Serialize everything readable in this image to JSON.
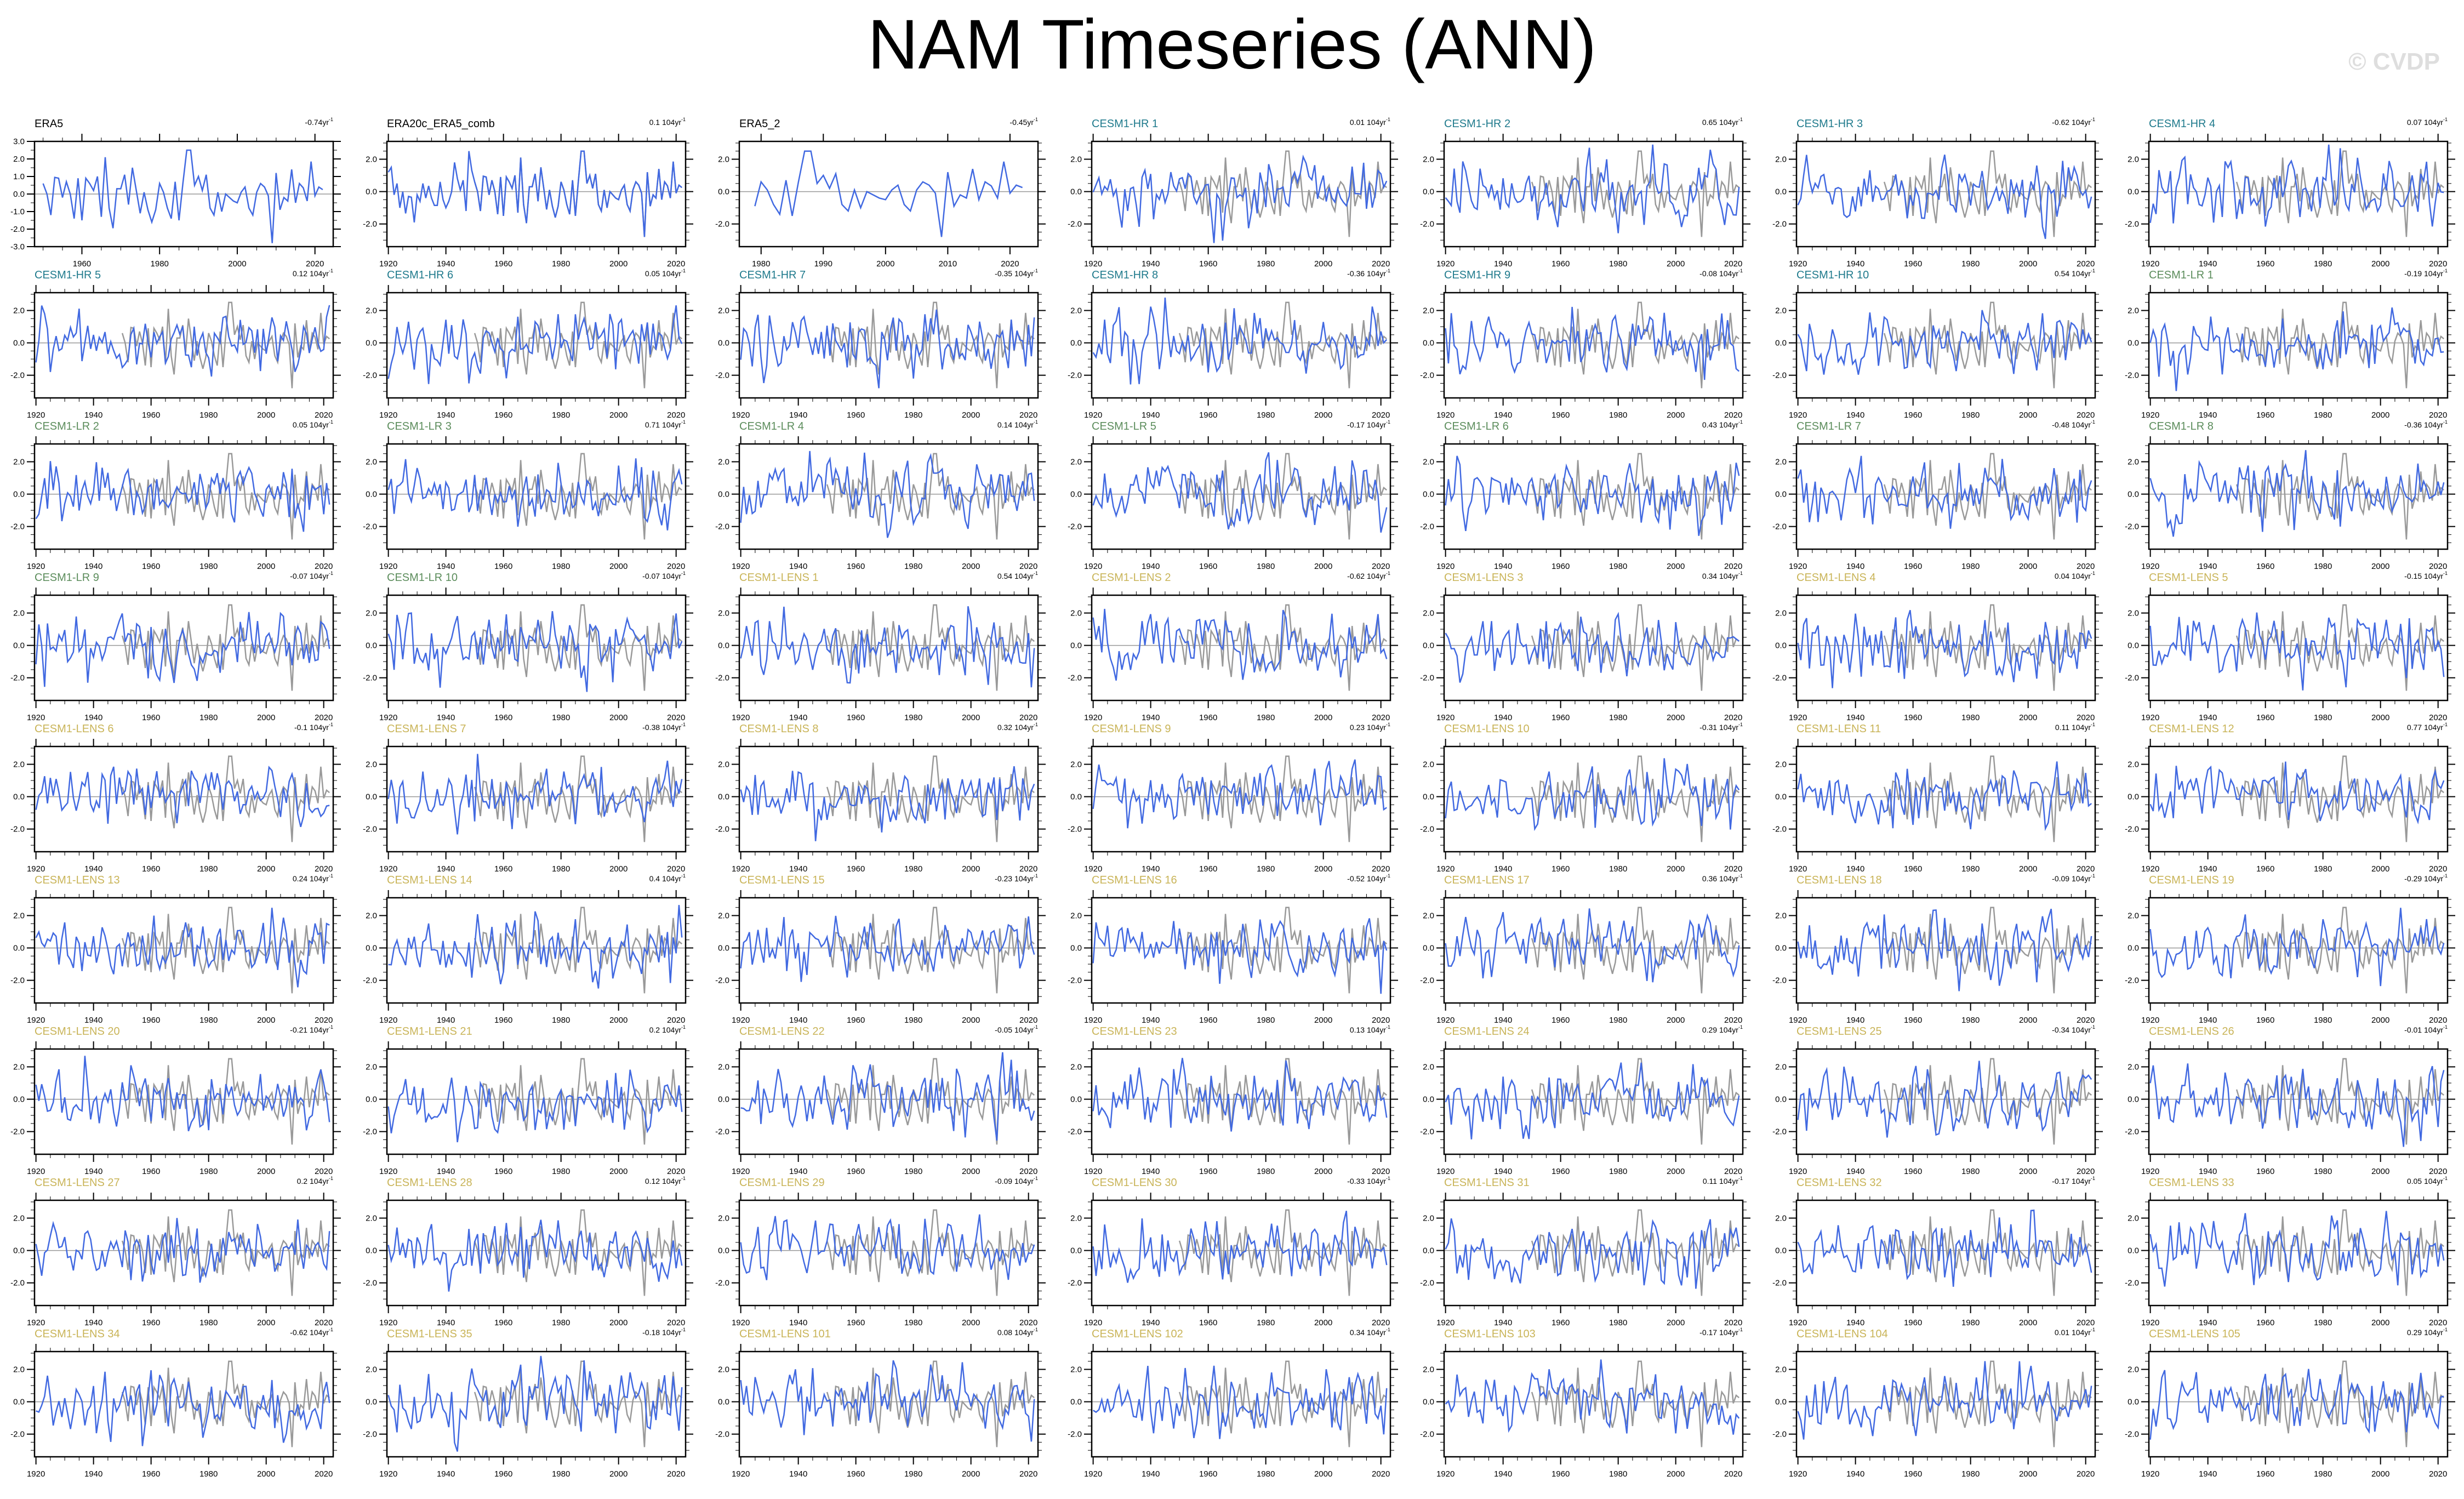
{
  "title": "NAM Timeseries (ANN)",
  "watermark": "© CVDP",
  "colors": {
    "obs": "#000000",
    "HR": "#1f7a8c",
    "LR": "#5b8c5b",
    "LENS": "#c9b458",
    "member_line": "#4169e1",
    "obs_line": "#999999",
    "zero_line": "#999999"
  },
  "chart_data": {
    "type": "line",
    "grid": false,
    "trend_superscript": "-1",
    "ylim_default": [
      -3.4,
      3.1
    ],
    "yticks_default": [
      "-2.0",
      "0.0",
      "2.0"
    ],
    "obs_series": {
      "name": "ERA20c_ERA5_comb",
      "start_year": 1920,
      "values": [
        1.2,
        1.5,
        -0.2,
        0.5,
        -1.0,
        0.0,
        -1.35,
        -0.3,
        -0.35,
        -1.9,
        -0.2,
        -0.6,
        0.5,
        -0.4,
        0.35,
        -0.4,
        -0.85,
        -0.85,
        0.6,
        -0.5,
        -1.0,
        -0.6,
        0.0,
        1.8,
        0.8,
        0.1,
        0.7,
        -1.2,
        2.5,
        1.3,
        0.6,
        0.0,
        -1.2,
        0.95,
        0.9,
        -0.2,
        0.7,
        0.0,
        -1.4,
        0.9,
        -1.5,
        0.9,
        0.6,
        0.2,
        1.0,
        -1.3,
        2.1,
        -0.8,
        -1.95,
        0.3,
        0.3,
        1.1,
        -0.6,
        1.5,
        0.2,
        -1.1,
        0.1,
        -0.9,
        -1.6,
        -0.9,
        0.6,
        0.1,
        -0.8,
        -1.4,
        0.7,
        -1.5,
        0.6,
        2.5,
        2.5,
        0.5,
        1.0,
        0.2,
        1.1,
        -0.8,
        -1.2,
        0.1,
        -1.0,
        0.0,
        -0.2,
        -0.4,
        -0.5,
        0.1,
        0.4,
        -0.8,
        -1.2,
        0.1,
        0.6,
        0.4,
        -0.1,
        -2.8,
        1.2,
        -0.9,
        -0.2,
        -0.4,
        1.4,
        -0.5,
        0.6,
        0.35,
        -0.4,
        1.85,
        -0.1,
        0.4,
        0.25
      ]
    },
    "panels": [
      {
        "title": "ERA5",
        "group": "obs",
        "trend": "-0.74yr",
        "xlim": [
          1947.8,
          2024.7
        ],
        "xticks": [
          "1960",
          "1980",
          "2000",
          "2020"
        ],
        "ylim": [
          -3,
          3
        ],
        "yticks": [
          "-3.0",
          "-2.0",
          "-1.0",
          "0.0",
          "1.0",
          "2.0",
          "3.0"
        ],
        "series_start": 1950,
        "series_end": 2022,
        "overlay": false
      },
      {
        "title": "ERA20c_ERA5_comb",
        "group": "obs",
        "trend": "0.1 104yr",
        "xlim": [
          1919.5,
          2023.3
        ],
        "xticks": [
          "1920",
          "1940",
          "1960",
          "1980",
          "2000",
          "2020"
        ],
        "series_start": 1920,
        "series_end": 2022,
        "overlay": true
      },
      {
        "title": "ERA5_2",
        "group": "obs",
        "trend": "-0.45yr",
        "xlim": [
          1976.5,
          2024.5
        ],
        "xticks": [
          "1980",
          "1990",
          "2000",
          "2010",
          "2020"
        ],
        "series_start": 1979,
        "series_end": 2022,
        "overlay": false
      },
      {
        "title": "CESM1-HR 1",
        "group": "HR",
        "trend": "0.01 104yr"
      },
      {
        "title": "CESM1-HR 2",
        "group": "HR",
        "trend": "0.65 104yr"
      },
      {
        "title": "CESM1-HR 3",
        "group": "HR",
        "trend": "-0.62 104yr"
      },
      {
        "title": "CESM1-HR 4",
        "group": "HR",
        "trend": "0.07 104yr"
      },
      {
        "title": "CESM1-HR 5",
        "group": "HR",
        "trend": "0.12 104yr"
      },
      {
        "title": "CESM1-HR 6",
        "group": "HR",
        "trend": "0.05 104yr"
      },
      {
        "title": "CESM1-HR 7",
        "group": "HR",
        "trend": "-0.35 104yr"
      },
      {
        "title": "CESM1-HR 8",
        "group": "HR",
        "trend": "-0.36 104yr"
      },
      {
        "title": "CESM1-HR 9",
        "group": "HR",
        "trend": "-0.08 104yr"
      },
      {
        "title": "CESM1-HR 10",
        "group": "HR",
        "trend": "0.54 104yr"
      },
      {
        "title": "CESM1-LR 1",
        "group": "LR",
        "trend": "-0.19 104yr"
      },
      {
        "title": "CESM1-LR 2",
        "group": "LR",
        "trend": "0.05 104yr"
      },
      {
        "title": "CESM1-LR 3",
        "group": "LR",
        "trend": "0.71 104yr"
      },
      {
        "title": "CESM1-LR 4",
        "group": "LR",
        "trend": "0.14 104yr"
      },
      {
        "title": "CESM1-LR 5",
        "group": "LR",
        "trend": "-0.17 104yr"
      },
      {
        "title": "CESM1-LR 6",
        "group": "LR",
        "trend": "0.43 104yr"
      },
      {
        "title": "CESM1-LR 7",
        "group": "LR",
        "trend": "-0.48 104yr"
      },
      {
        "title": "CESM1-LR 8",
        "group": "LR",
        "trend": "-0.36 104yr"
      },
      {
        "title": "CESM1-LR 9",
        "group": "LR",
        "trend": "-0.07 104yr"
      },
      {
        "title": "CESM1-LR 10",
        "group": "LR",
        "trend": "-0.07 104yr"
      },
      {
        "title": "CESM1-LENS 1",
        "group": "LENS",
        "trend": "0.54 104yr"
      },
      {
        "title": "CESM1-LENS 2",
        "group": "LENS",
        "trend": "-0.62 104yr"
      },
      {
        "title": "CESM1-LENS 3",
        "group": "LENS",
        "trend": "0.34 104yr"
      },
      {
        "title": "CESM1-LENS 4",
        "group": "LENS",
        "trend": "0.04 104yr"
      },
      {
        "title": "CESM1-LENS 5",
        "group": "LENS",
        "trend": "-0.15 104yr"
      },
      {
        "title": "CESM1-LENS 6",
        "group": "LENS",
        "trend": "-0.1 104yr"
      },
      {
        "title": "CESM1-LENS 7",
        "group": "LENS",
        "trend": "-0.38 104yr"
      },
      {
        "title": "CESM1-LENS 8",
        "group": "LENS",
        "trend": "0.32 104yr"
      },
      {
        "title": "CESM1-LENS 9",
        "group": "LENS",
        "trend": "0.23 104yr"
      },
      {
        "title": "CESM1-LENS 10",
        "group": "LENS",
        "trend": "-0.31 104yr"
      },
      {
        "title": "CESM1-LENS 11",
        "group": "LENS",
        "trend": "0.11 104yr"
      },
      {
        "title": "CESM1-LENS 12",
        "group": "LENS",
        "trend": "0.77 104yr"
      },
      {
        "title": "CESM1-LENS 13",
        "group": "LENS",
        "trend": "0.24 104yr"
      },
      {
        "title": "CESM1-LENS 14",
        "group": "LENS",
        "trend": "0.4 104yr"
      },
      {
        "title": "CESM1-LENS 15",
        "group": "LENS",
        "trend": "-0.23 104yr"
      },
      {
        "title": "CESM1-LENS 16",
        "group": "LENS",
        "trend": "-0.52 104yr"
      },
      {
        "title": "CESM1-LENS 17",
        "group": "LENS",
        "trend": "0.36 104yr"
      },
      {
        "title": "CESM1-LENS 18",
        "group": "LENS",
        "trend": "-0.09 104yr"
      },
      {
        "title": "CESM1-LENS 19",
        "group": "LENS",
        "trend": "-0.29 104yr"
      },
      {
        "title": "CESM1-LENS 20",
        "group": "LENS",
        "trend": "-0.21 104yr"
      },
      {
        "title": "CESM1-LENS 21",
        "group": "LENS",
        "trend": "0.2 104yr"
      },
      {
        "title": "CESM1-LENS 22",
        "group": "LENS",
        "trend": "-0.05 104yr"
      },
      {
        "title": "CESM1-LENS 23",
        "group": "LENS",
        "trend": "0.13 104yr"
      },
      {
        "title": "CESM1-LENS 24",
        "group": "LENS",
        "trend": "0.29 104yr"
      },
      {
        "title": "CESM1-LENS 25",
        "group": "LENS",
        "trend": "-0.34 104yr"
      },
      {
        "title": "CESM1-LENS 26",
        "group": "LENS",
        "trend": "-0.01 104yr"
      },
      {
        "title": "CESM1-LENS 27",
        "group": "LENS",
        "trend": "0.2 104yr"
      },
      {
        "title": "CESM1-LENS 28",
        "group": "LENS",
        "trend": "0.12 104yr"
      },
      {
        "title": "CESM1-LENS 29",
        "group": "LENS",
        "trend": "-0.09 104yr"
      },
      {
        "title": "CESM1-LENS 30",
        "group": "LENS",
        "trend": "-0.33 104yr"
      },
      {
        "title": "CESM1-LENS 31",
        "group": "LENS",
        "trend": "0.11 104yr"
      },
      {
        "title": "CESM1-LENS 32",
        "group": "LENS",
        "trend": "-0.17 104yr"
      },
      {
        "title": "CESM1-LENS 33",
        "group": "LENS",
        "trend": "0.05 104yr"
      },
      {
        "title": "CESM1-LENS 34",
        "group": "LENS",
        "trend": "-0.62 104yr"
      },
      {
        "title": "CESM1-LENS 35",
        "group": "LENS",
        "trend": "-0.18 104yr"
      },
      {
        "title": "CESM1-LENS 101",
        "group": "LENS",
        "trend": "0.08 104yr"
      },
      {
        "title": "CESM1-LENS 102",
        "group": "LENS",
        "trend": "0.34 104yr"
      },
      {
        "title": "CESM1-LENS 103",
        "group": "LENS",
        "trend": "-0.17 104yr"
      },
      {
        "title": "CESM1-LENS 104",
        "group": "LENS",
        "trend": "0.01 104yr"
      },
      {
        "title": "CESM1-LENS 105",
        "group": "LENS",
        "trend": "0.29 104yr"
      }
    ],
    "member_defaults": {
      "xlim": [
        1919.5,
        2023.3
      ],
      "xticks": [
        "1920",
        "1940",
        "1960",
        "1980",
        "2000",
        "2020"
      ],
      "series_start": 1920,
      "series_end": 2022,
      "overlay": true
    }
  }
}
